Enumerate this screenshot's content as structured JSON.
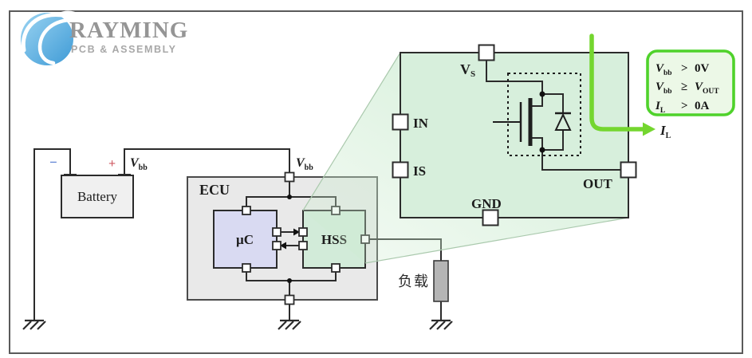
{
  "logo": {
    "brand": "RAYMING",
    "tagline": "PCB & ASSEMBLY"
  },
  "battery": {
    "label": "Battery",
    "minus_sign": "−",
    "plus_sign": "+"
  },
  "labels": {
    "vbb": {
      "v": "V",
      "sub": "bb"
    }
  },
  "ecu": {
    "label": "ECU",
    "mcu_label": "µC",
    "hss_label": "HSS"
  },
  "load": {
    "label": "负载"
  },
  "chip": {
    "pin_vs": {
      "v": "V",
      "sub": "S"
    },
    "pin_in": "IN",
    "pin_is": "IS",
    "pin_gnd": "GND",
    "pin_out": "OUT"
  },
  "annotation": {
    "lines": [
      {
        "lhs": "V",
        "lhs_sub": "bb",
        "op": ">",
        "rhs": "0V",
        "rhs_sub": ""
      },
      {
        "lhs": "V",
        "lhs_sub": "bb",
        "op": "≥",
        "rhs": "V",
        "rhs_sub": "OUT"
      },
      {
        "lhs": "I",
        "lhs_sub": "L",
        "op": ">",
        "rhs": "0A",
        "rhs_sub": ""
      }
    ],
    "current": {
      "i": "I",
      "sub": "L"
    }
  },
  "colors": {
    "accent_green_border": "#4fd22b",
    "arrow_green": "#74d62f",
    "chip_fill": "#d7efdc",
    "hss_fill": "#d2ebd9",
    "mcu_fill": "#d9daf2",
    "ecu_fill": "#e9e9e9",
    "load_fill": "#b5b5b5",
    "logo_blue": "#55aede",
    "plus_red": "#cf5a62",
    "minus_blue": "#5b7fd4"
  }
}
